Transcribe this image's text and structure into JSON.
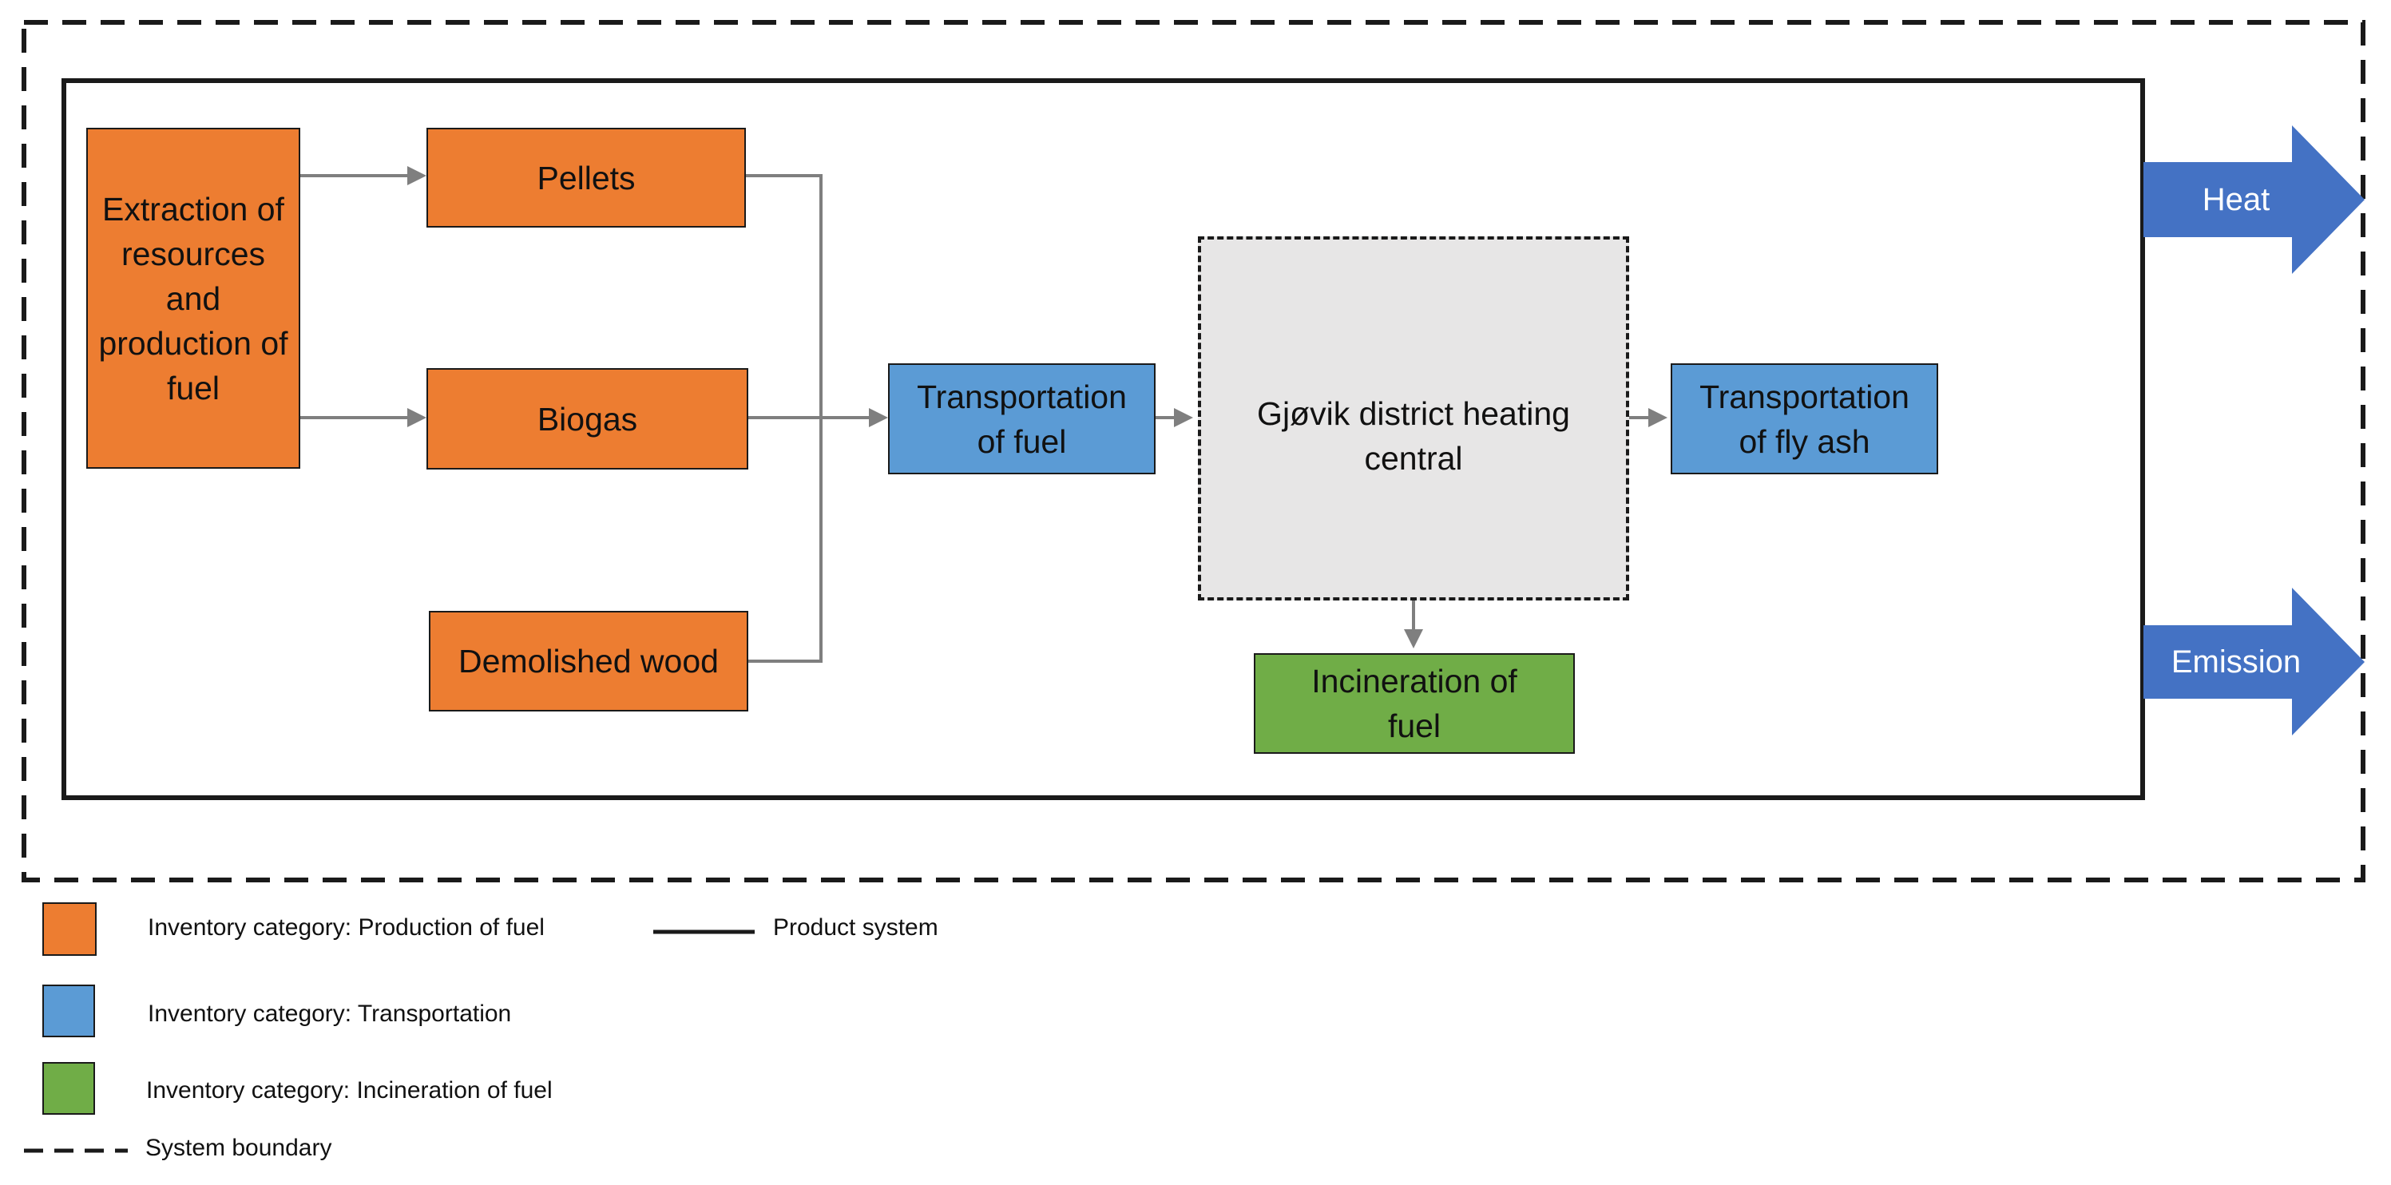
{
  "colors": {
    "production": "#ed7d31",
    "transportation": "#5b9bd5",
    "incineration": "#70ad47",
    "central": "#e7e6e6",
    "output_arrow": "#4472c4",
    "connector": "#7f7f7f"
  },
  "nodes": {
    "extraction": "Extraction of resources and production of fuel",
    "pellets": "Pellets",
    "biogas": "Biogas",
    "demolished_wood": "Demolished wood",
    "transport_fuel": "Transportation of fuel",
    "central": "Gjøvik district heating central",
    "transport_fly_ash": "Transportation of fly ash",
    "incineration": "Incineration of fuel"
  },
  "outputs": {
    "heat": "Heat",
    "emission": "Emission"
  },
  "legend": {
    "production": "Inventory category: Production of fuel",
    "transportation": "Inventory category: Transportation",
    "incineration": "Inventory category: Incineration of fuel",
    "product_system": "Product system",
    "system_boundary": "System boundary"
  }
}
